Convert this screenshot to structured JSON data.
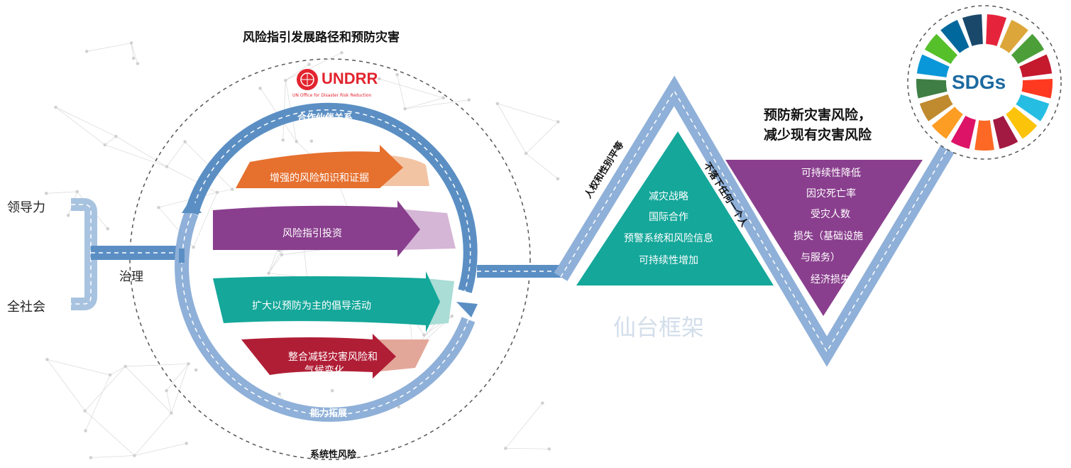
{
  "title": "风险指引发展路径和预防灾害",
  "logo": {
    "name": "UNDRR",
    "subtitle": "UN Office for Disaster Risk Reduction"
  },
  "left": {
    "leadership": "领导力",
    "whole_society": "全社会",
    "governance": "治理"
  },
  "ring": {
    "top_label": "合作伙伴关系",
    "bottom_label": "能力拓展",
    "outer_label": "系统性风险"
  },
  "arrows": [
    {
      "label": "增强的风险知识和证据",
      "color": "#e6702e",
      "tail": "#f3c4a4"
    },
    {
      "label": "风险指引投资",
      "color": "#8a3f8e",
      "tail": "#d5b6d6"
    },
    {
      "label": "扩大以预防为主的倡导活动",
      "color": "#14a79a",
      "tail": "#a9ddd6"
    },
    {
      "label": "整合减轻灾害风险和",
      "label2": "气候变化",
      "color": "#b01e36",
      "tail": "#e3a79a"
    }
  ],
  "framework": {
    "name": "仙台框架",
    "left_side": "人权和性别平等",
    "right_side": "不落下任何一个人",
    "teal_items": [
      "减灾战略",
      "国际合作",
      "预警系统和风险信息",
      "可持续性增加"
    ],
    "purple_items": [
      "可持续性降低",
      "因灾死亡率",
      "受灾人数",
      "损失（基础设施",
      "与服务）",
      "经济损失"
    ]
  },
  "goal": {
    "line1": "预防新灾害风险，",
    "line2": "减少现有灾害风险"
  },
  "sdgs": {
    "label": "SDGs",
    "colors": [
      "#e5243b",
      "#dda63a",
      "#4c9f38",
      "#c5192d",
      "#ff3a21",
      "#26bde2",
      "#fcc30b",
      "#a21942",
      "#fd6925",
      "#dd1367",
      "#fd9d24",
      "#bf8b2e",
      "#3f7e44",
      "#0a97d9",
      "#56c02b",
      "#00689d",
      "#19486a"
    ]
  }
}
